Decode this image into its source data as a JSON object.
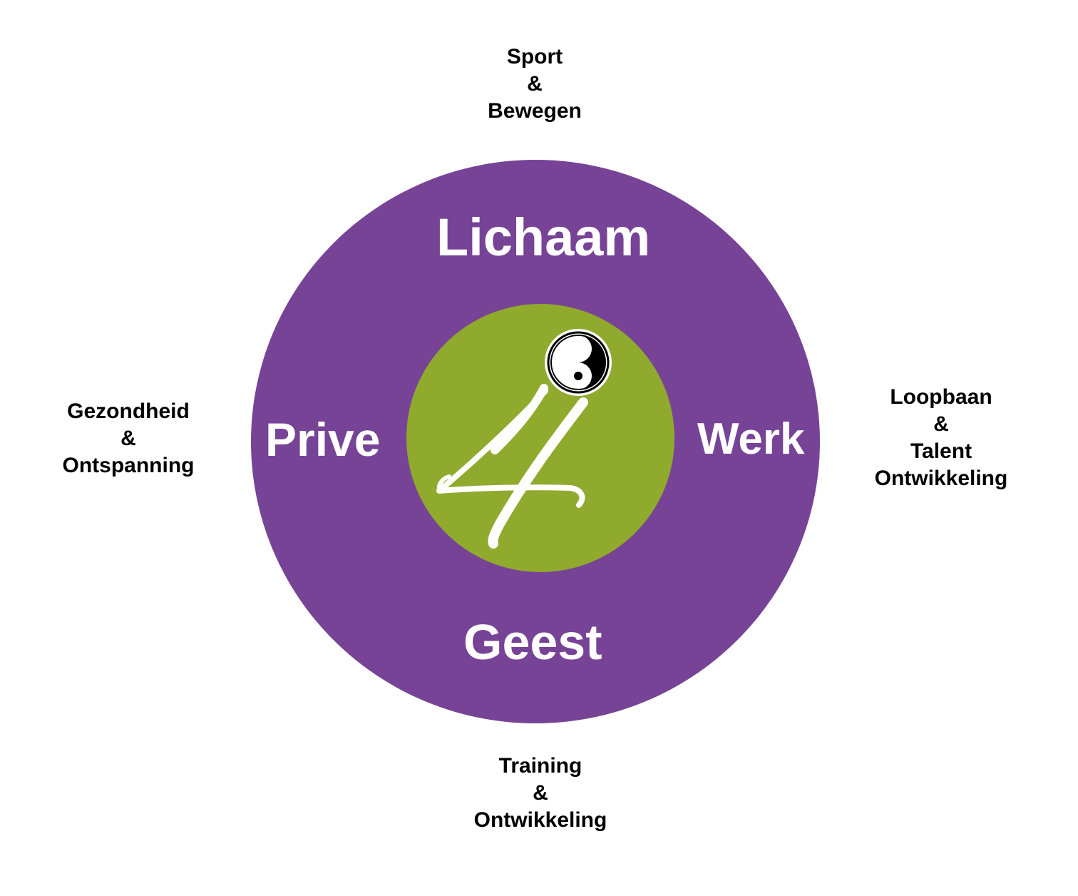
{
  "diagram": {
    "outer_labels": {
      "top": [
        "Sport",
        "&",
        "Bewegen"
      ],
      "left": [
        "Gezondheid",
        "&",
        "Ontspanning"
      ],
      "right": [
        "Loopbaan",
        "&",
        "Talent",
        "Ontwikkeling"
      ],
      "bottom": [
        "Training",
        "&",
        "Ontwikkeling"
      ]
    },
    "ring_labels": {
      "top": "Lichaam",
      "left": "Prive",
      "right": "Werk",
      "bottom": "Geest"
    },
    "logo_icon": "yin-yang-4-icon",
    "colors": {
      "outer_circle": "#774396",
      "inner_circle": "#8faa2d",
      "ring_text": "#ffffff",
      "outer_text": "#000000"
    }
  }
}
